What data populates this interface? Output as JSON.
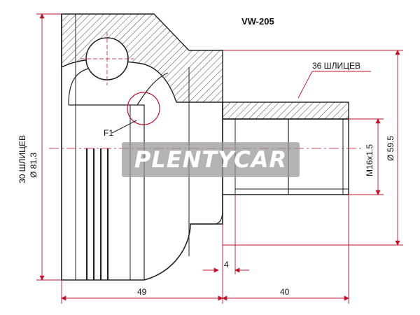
{
  "part_number": "VW-205",
  "labels": {
    "outer_splines": "36 ШЛИЦЕВ",
    "inner_splines": "30 ШЛИЦЕВ",
    "inner_diameter": "Ø 81.3",
    "outer_diameter": "Ø 59.5",
    "thread": "M16x1.5",
    "detail": "F1",
    "length_housing": "49",
    "length_shaft": "40",
    "offset": "4"
  },
  "watermark": "PLENTYCAR",
  "colors": {
    "line": "#222222",
    "dim_line": "#c0122a",
    "watermark": "#969696"
  }
}
